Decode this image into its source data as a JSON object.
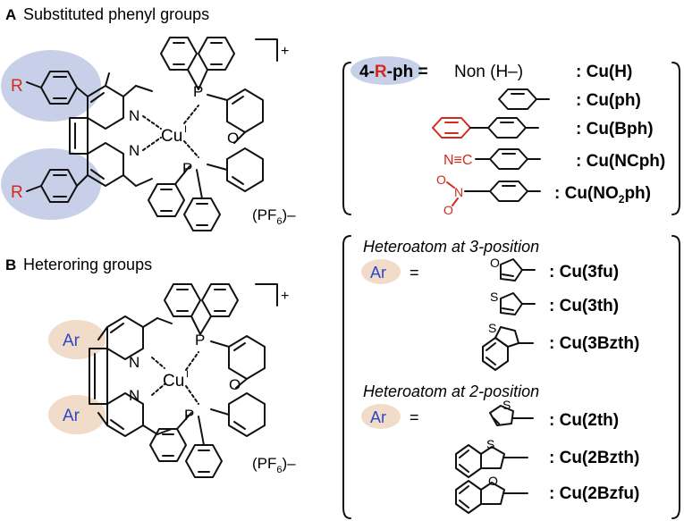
{
  "panel_a": {
    "letter": "A",
    "title": "Substituted phenyl groups",
    "substituent": "R",
    "atom_n": "N",
    "atom_cu": "Cu",
    "cu_ox": "I",
    "atom_p": "P",
    "atom_o": "O",
    "charge": "+",
    "counterion": "(PF",
    "counterion_sub": "6",
    "counterion_charge": ")–",
    "table_prefix_a": "4-",
    "table_prefix_r": "R",
    "table_prefix_b": "-ph =",
    "rows": [
      {
        "group": "Non (H–)",
        "label": ": Cu(H)"
      },
      {
        "group": "",
        "label": ": Cu(ph)"
      },
      {
        "group": "",
        "label": ": Cu(Bph)"
      },
      {
        "group": "N≡C",
        "label": ": Cu(NCph)"
      },
      {
        "group": "",
        "label": ": Cu(NO",
        "sub": "2",
        "tail": "ph)"
      }
    ],
    "nitro_n": "N",
    "nitro_o": "O"
  },
  "panel_b": {
    "letter": "B",
    "title": "Heteroring groups",
    "substituent": "Ar",
    "charge": "+",
    "counterion": "(PF",
    "counterion_sub": "6",
    "counterion_charge": ")–",
    "header_3": "Heteroatom at 3-position",
    "header_2": "Heteroatom at 2-position",
    "ar_label": "Ar",
    "equals": "=",
    "atom_o": "O",
    "atom_s": "S",
    "rows_3": [
      ": Cu(3fu)",
      ": Cu(3th)",
      ": Cu(3Bzth)"
    ],
    "rows_2": [
      ": Cu(2th)",
      ": Cu(2Bzth)",
      ": Cu(2Bzfu)"
    ]
  },
  "colors": {
    "red": "#d32a1c",
    "blue": "#2b47c8",
    "blue_bg": "#c7d0e8",
    "tan_bg": "#f1dcc9"
  }
}
